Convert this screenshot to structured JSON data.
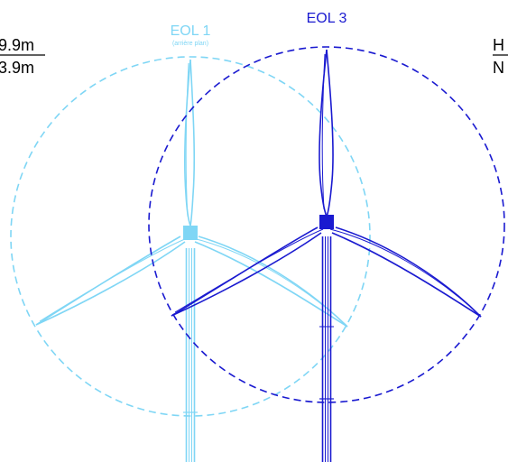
{
  "labels": {
    "left_top": "9.9m",
    "left_bottom": "3.9m",
    "right_top": "H",
    "right_bottom": "N"
  },
  "turbines": [
    {
      "id": "eol1",
      "name": "EOL 1",
      "note": "(arrière plan)",
      "color": "#7fd6f5"
    },
    {
      "id": "eol3",
      "name": "EOL 3",
      "note": "",
      "color": "#1a1ad0"
    }
  ]
}
